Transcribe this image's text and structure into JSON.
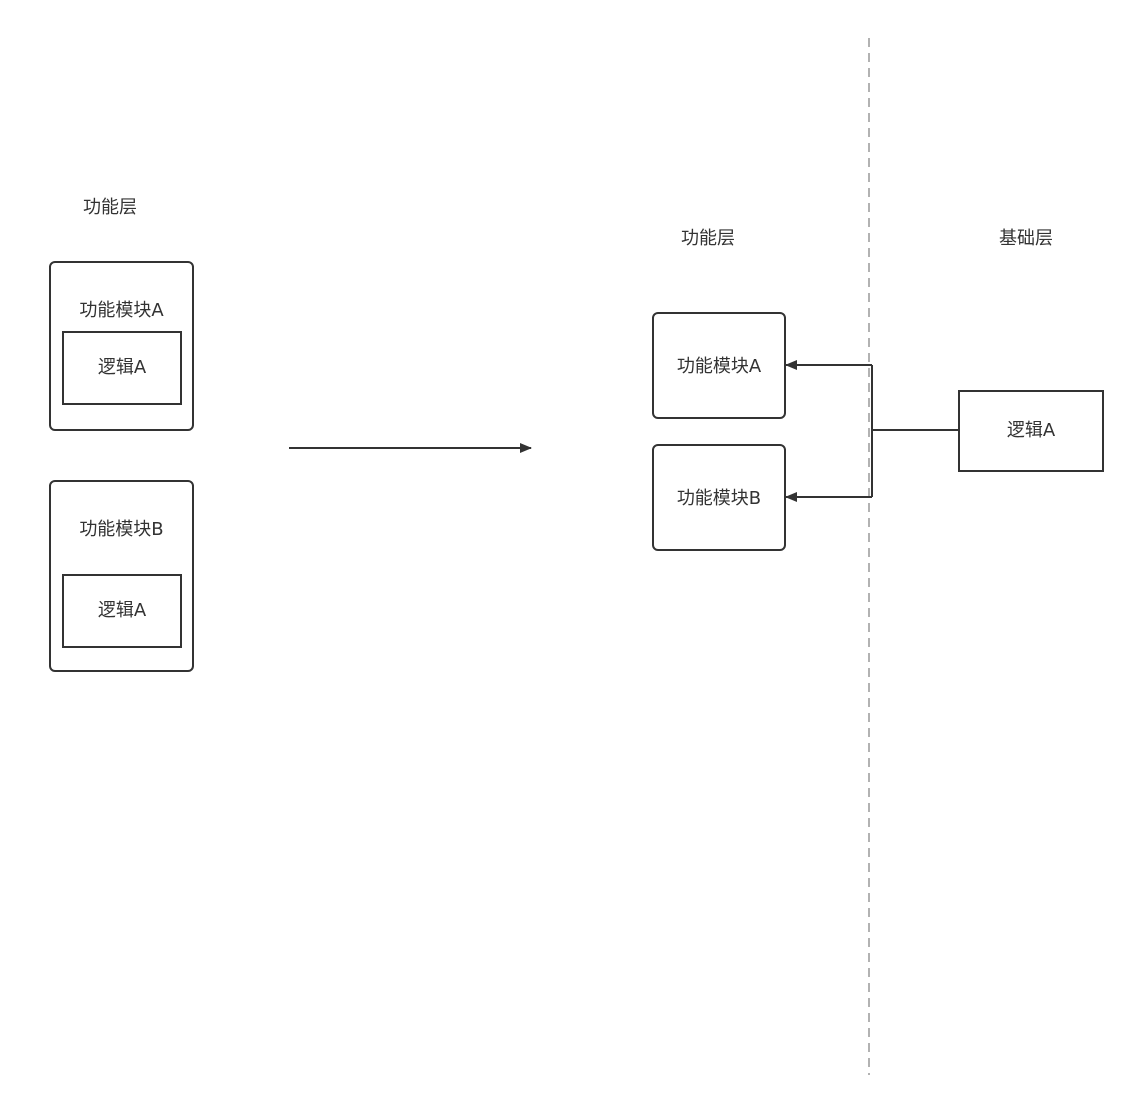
{
  "left": {
    "layer_label": "功能层",
    "module_a": {
      "title": "功能模块A",
      "logic": "逻辑A"
    },
    "module_b": {
      "title": "功能模块B",
      "logic": "逻辑A"
    }
  },
  "right": {
    "function_layer_label": "功能层",
    "base_layer_label": "基础层",
    "module_a": {
      "title": "功能模块A"
    },
    "module_b": {
      "title": "功能模块B"
    },
    "shared_logic": {
      "title": "逻辑A"
    }
  },
  "colors": {
    "stroke": "#333333",
    "divider": "#999999",
    "background": "#ffffff"
  }
}
